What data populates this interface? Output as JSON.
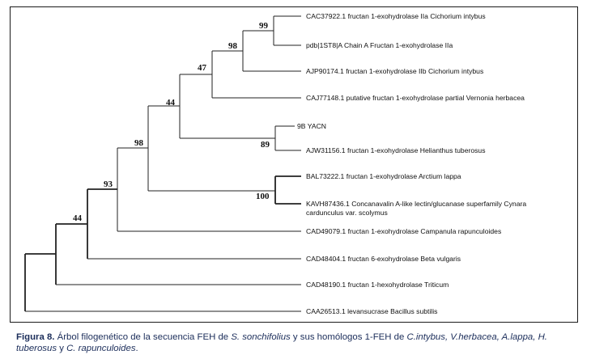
{
  "tree": {
    "leaves": [
      {
        "id": "cac37922",
        "label": "CAC37922.1 fructan 1-exohydrolase IIa Cichorium intybus"
      },
      {
        "id": "pdb1st8",
        "label": "pdb|1ST8|A Chain A Fructan 1-exohydrolase IIa"
      },
      {
        "id": "ajp90174",
        "label": "AJP90174.1 fructan 1-exohydrolase IIb Cichorium intybus"
      },
      {
        "id": "caj77148",
        "label": "CAJ77148.1 putative fructan 1-exohydrolase partial Vernonia herbacea"
      },
      {
        "id": "yacn",
        "label": "9B YACN"
      },
      {
        "id": "ajw31156",
        "label": "AJW31156.1 fructan 1-exohydrolase Helianthus tuberosus"
      },
      {
        "id": "bal73222",
        "label": "BAL73222.1 fructan 1-exohydrolase Arctium lappa"
      },
      {
        "id": "kavh87436",
        "label": "KAVH87436.1 Concanavalin A-like lectin/glucanase superfamily Cynara",
        "label2": "cardunculus var. scolymus"
      },
      {
        "id": "cad49079",
        "label": "CAD49079.1 fructan 1-exohydrolase Campanula rapunculoides"
      },
      {
        "id": "cad48404",
        "label": "CAD48404.1 fructan 6-exohydrolase Beta vulgaris"
      },
      {
        "id": "cad48190",
        "label": "CAD48190.1 fructan 1-hexohydrolase Triticum"
      },
      {
        "id": "caa26513",
        "label": "CAA26513.1 levansucrase Bacillus subtilis"
      }
    ],
    "support_values": {
      "n_99": "99",
      "n_98a": "98",
      "n_47": "47",
      "n_44a": "44",
      "n_89": "89",
      "n_98b": "98",
      "n_100": "100",
      "n_93": "93",
      "n_44b": "44"
    }
  },
  "caption": {
    "prefix": "Figura 8.",
    "part1": " Árbol filogenético de la secuencia FEH de ",
    "species1": "S. sonchifolius",
    "part2": " y sus homólogos 1-FEH de ",
    "species2": "C.intybus, V.herbacea, A.lappa, H. tuberosus",
    "part3": " y ",
    "species3": "C. rapunculoides",
    "end": "."
  }
}
